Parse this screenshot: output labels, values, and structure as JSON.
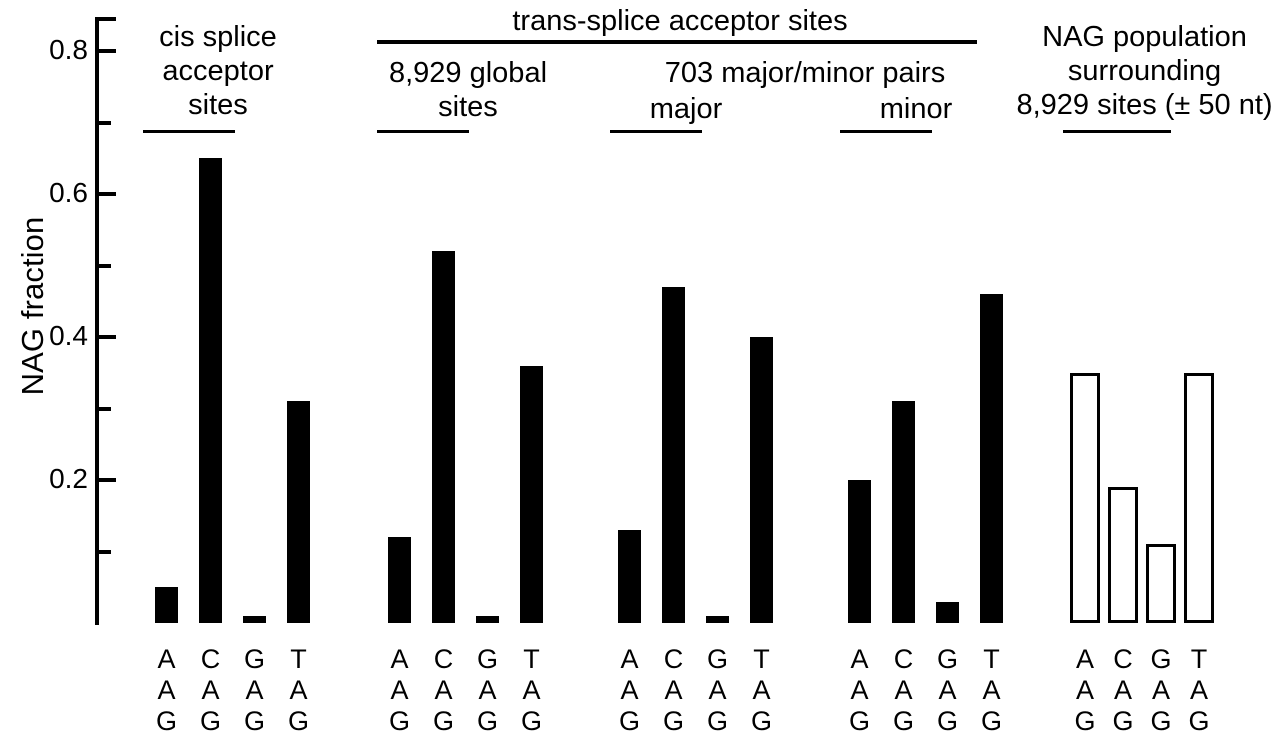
{
  "axis": {
    "ylabel": "NAG fraction",
    "tick_labels": [
      "0.8",
      "0.6",
      "0.4",
      "0.2"
    ],
    "tick_values": [
      0.8,
      0.6,
      0.4,
      0.2
    ],
    "minor_tick_values": [
      0.7,
      0.5,
      0.3,
      0.1
    ],
    "axis_top_value": 0.85,
    "axis_bottom_value": 0.0
  },
  "headers": {
    "span_title": "trans-splice acceptor sites",
    "pairs_title": "703 major/minor pairs"
  },
  "groups": [
    {
      "id": "cis-splice-acceptor-sites",
      "title": "cis splice\nacceptor\nsites",
      "style": "filled",
      "categories": [
        "AAG",
        "CAG",
        "GAG",
        "TAG"
      ],
      "tick_labels": [
        "A\nA\nG",
        "C\nA\nG",
        "G\nA\nG",
        "T\nA\nG"
      ],
      "values": [
        0.05,
        0.65,
        0.01,
        0.31
      ]
    },
    {
      "id": "8929-global-sites",
      "title": "8,929 global\nsites",
      "style": "filled",
      "categories": [
        "AAG",
        "CAG",
        "GAG",
        "TAG"
      ],
      "tick_labels": [
        "A\nA\nG",
        "C\nA\nG",
        "G\nA\nG",
        "T\nA\nG"
      ],
      "values": [
        0.12,
        0.52,
        0.01,
        0.36
      ]
    },
    {
      "id": "703-pairs-major",
      "title": "major",
      "style": "filled",
      "categories": [
        "AAG",
        "CAG",
        "GAG",
        "TAG"
      ],
      "tick_labels": [
        "A\nA\nG",
        "C\nA\nG",
        "G\nA\nG",
        "T\nA\nG"
      ],
      "values": [
        0.13,
        0.47,
        0.01,
        0.4
      ]
    },
    {
      "id": "703-pairs-minor",
      "title": "minor",
      "style": "filled",
      "categories": [
        "AAG",
        "CAG",
        "GAG",
        "TAG"
      ],
      "tick_labels": [
        "A\nA\nG",
        "C\nA\nG",
        "G\nA\nG",
        "T\nA\nG"
      ],
      "values": [
        0.2,
        0.31,
        0.03,
        0.46
      ]
    },
    {
      "id": "nag-population-surrounding",
      "title": "NAG population\nsurrounding\n8,929 sites (± 50 nt)",
      "style": "outlined",
      "categories": [
        "AAG",
        "CAG",
        "GAG",
        "TAG"
      ],
      "tick_labels": [
        "A\nA\nG",
        "C\nA\nG",
        "G\nA\nG",
        "T\nA\nG"
      ],
      "values": [
        0.35,
        0.19,
        0.11,
        0.35
      ]
    }
  ],
  "chart_data": {
    "type": "bar",
    "title": "",
    "xlabel": "",
    "ylabel": "NAG fraction",
    "ylim": [
      0,
      0.85
    ],
    "yticks": [
      0.2,
      0.4,
      0.6,
      0.8
    ],
    "yticks_minor": [
      0.1,
      0.3,
      0.5,
      0.7
    ],
    "grid": false,
    "legend": "none",
    "categories": [
      "AAG",
      "CAG",
      "GAG",
      "TAG"
    ],
    "series": [
      {
        "name": "cis splice acceptor sites",
        "fill": "#000000",
        "values": [
          0.05,
          0.65,
          0.01,
          0.31
        ]
      },
      {
        "name": "8,929 global sites",
        "fill": "#000000",
        "values": [
          0.12,
          0.52,
          0.01,
          0.36
        ]
      },
      {
        "name": "703 major/minor pairs major",
        "fill": "#000000",
        "values": [
          0.13,
          0.47,
          0.01,
          0.4
        ]
      },
      {
        "name": "703 major/minor pairs minor",
        "fill": "#000000",
        "values": [
          0.2,
          0.31,
          0.03,
          0.46
        ]
      },
      {
        "name": "NAG population surrounding 8,929 sites (± 50 nt)",
        "fill": "#ffffff",
        "values": [
          0.35,
          0.19,
          0.11,
          0.35
        ]
      }
    ],
    "annotations": [
      "trans-splice acceptor sites"
    ]
  },
  "colors": {
    "ink": "#000000",
    "background": "#ffffff"
  }
}
